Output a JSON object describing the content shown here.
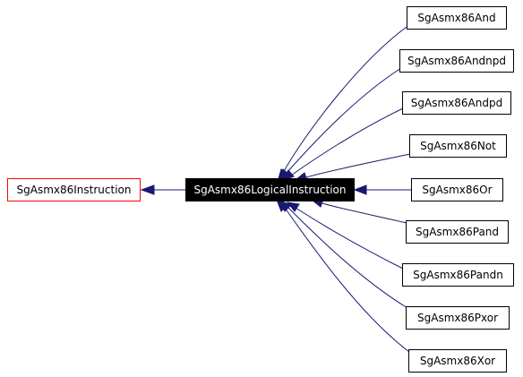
{
  "colors": {
    "edge": "#191970",
    "highlight_fill": "#000000",
    "highlight_text": "#ffffff",
    "external_border": "#ff0000",
    "border": "#000000"
  },
  "nodes": {
    "base": {
      "label": "SgAsmx86Instruction"
    },
    "center": {
      "label": "SgAsmx86LogicalInstruction"
    },
    "children": [
      {
        "id": "and",
        "label": "SgAsmx86And"
      },
      {
        "id": "andnpd",
        "label": "SgAsmx86Andnpd"
      },
      {
        "id": "andpd",
        "label": "SgAsmx86Andpd"
      },
      {
        "id": "not",
        "label": "SgAsmx86Not"
      },
      {
        "id": "or",
        "label": "SgAsmx86Or"
      },
      {
        "id": "pand",
        "label": "SgAsmx86Pand"
      },
      {
        "id": "pandn",
        "label": "SgAsmx86Pandn"
      },
      {
        "id": "pxor",
        "label": "SgAsmx86Pxor"
      },
      {
        "id": "xor",
        "label": "SgAsmx86Xor"
      }
    ]
  }
}
